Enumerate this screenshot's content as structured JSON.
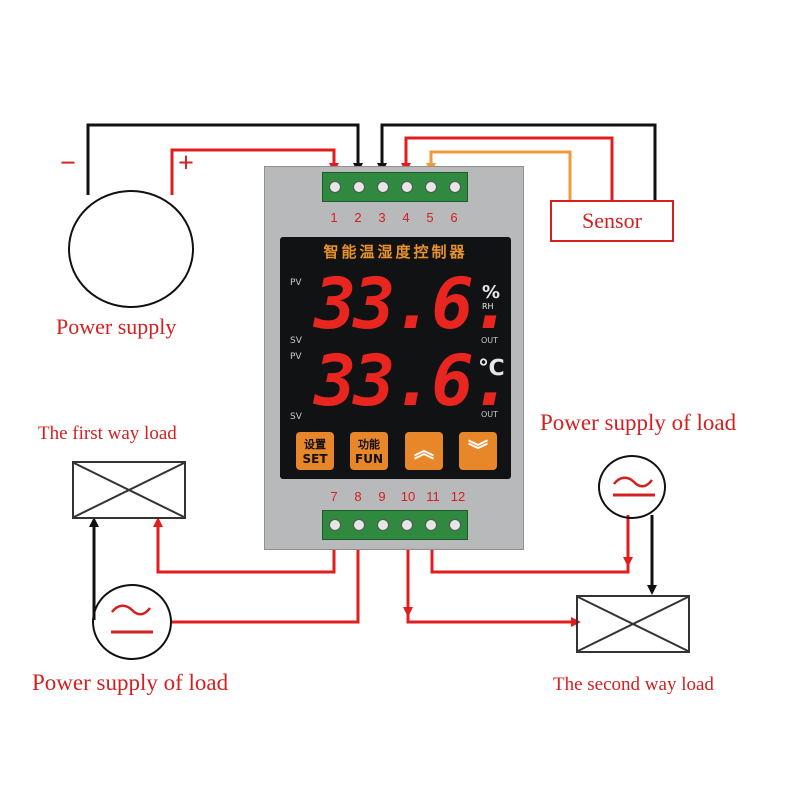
{
  "device": {
    "title_cn": "智能温湿度控制器",
    "pv_label": "PV",
    "sv_label": "SV",
    "out_label": "OUT",
    "rh_unit": "%",
    "rh_sub": "RH",
    "temp_unit": "℃",
    "display_top": "33.6.",
    "display_bottom": "33.6.",
    "buttons": {
      "set_cn": "设置",
      "set_en": "SET",
      "fun_cn": "功能",
      "fun_en": "FUN",
      "up": "︽",
      "down": "︾"
    },
    "top_terminals": [
      "1",
      "2",
      "3",
      "4",
      "5",
      "6"
    ],
    "bottom_terminals": [
      "7",
      "8",
      "9",
      "10",
      "11",
      "12"
    ]
  },
  "labels": {
    "power_supply": "Power supply",
    "sensor": "Sensor",
    "first_load": "The first way load",
    "power_supply_of_load_right": "Power supply of load",
    "power_supply_of_load_left": "Power supply of load",
    "second_load": "The second way load",
    "minus": "−",
    "plus": "+"
  },
  "colors": {
    "wire_black": "#111111",
    "wire_red": "#e01e1e",
    "wire_orange": "#f29a3a",
    "label_red": "#d42020",
    "segment_red": "#e8261f",
    "button_orange": "#e8862a"
  }
}
